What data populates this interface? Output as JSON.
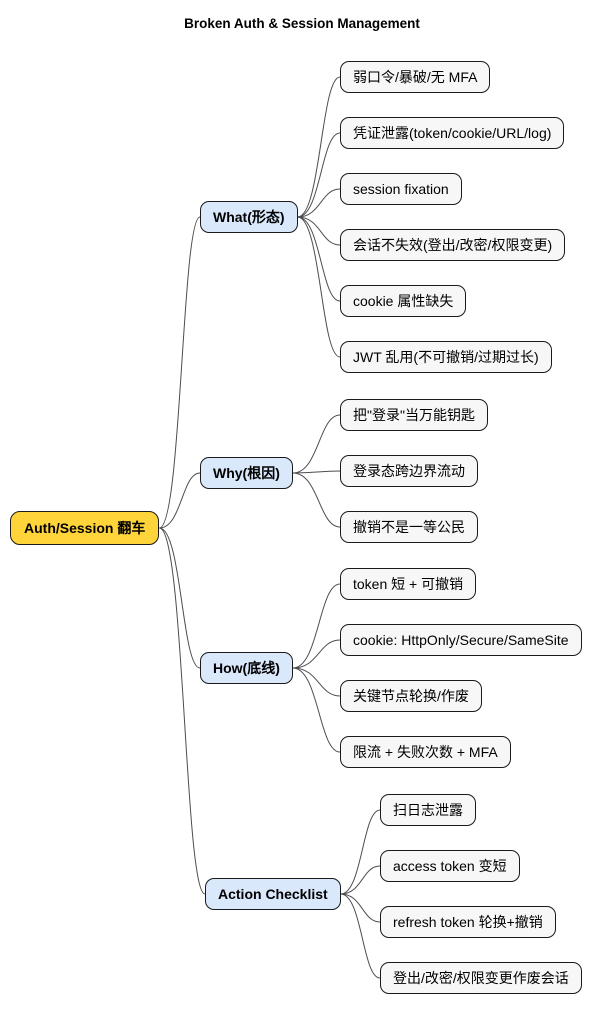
{
  "title": "Broken Auth & Session Management",
  "root": {
    "label": "Auth/Session 翻车"
  },
  "branches": [
    {
      "label": "What(形态)",
      "children": [
        "弱口令/暴破/无 MFA",
        "凭证泄露(token/cookie/URL/log)",
        "session fixation",
        "会话不失效(登出/改密/权限变更)",
        "cookie 属性缺失",
        "JWT 乱用(不可撤销/过期过长)"
      ]
    },
    {
      "label": "Why(根因)",
      "children": [
        "把\"登录\"当万能钥匙",
        "登录态跨边界流动",
        "撤销不是一等公民"
      ]
    },
    {
      "label": "How(底线)",
      "children": [
        "token 短 + 可撤销",
        "cookie: HttpOnly/Secure/SameSite",
        "关键节点轮换/作废",
        "限流 + 失败次数 + MFA"
      ]
    },
    {
      "label": "Action Checklist",
      "children": [
        "扫日志泄露",
        "access token 变短",
        "refresh token 轮换+撤销",
        "登出/改密/权限变更作废会话"
      ]
    }
  ],
  "colors": {
    "root_fill": "#ffd43b",
    "branch_fill": "#dae8fc",
    "leaf_fill": "#f7f7f7",
    "node_border": "#1a1a1a",
    "connector": "#4d4d4d"
  }
}
